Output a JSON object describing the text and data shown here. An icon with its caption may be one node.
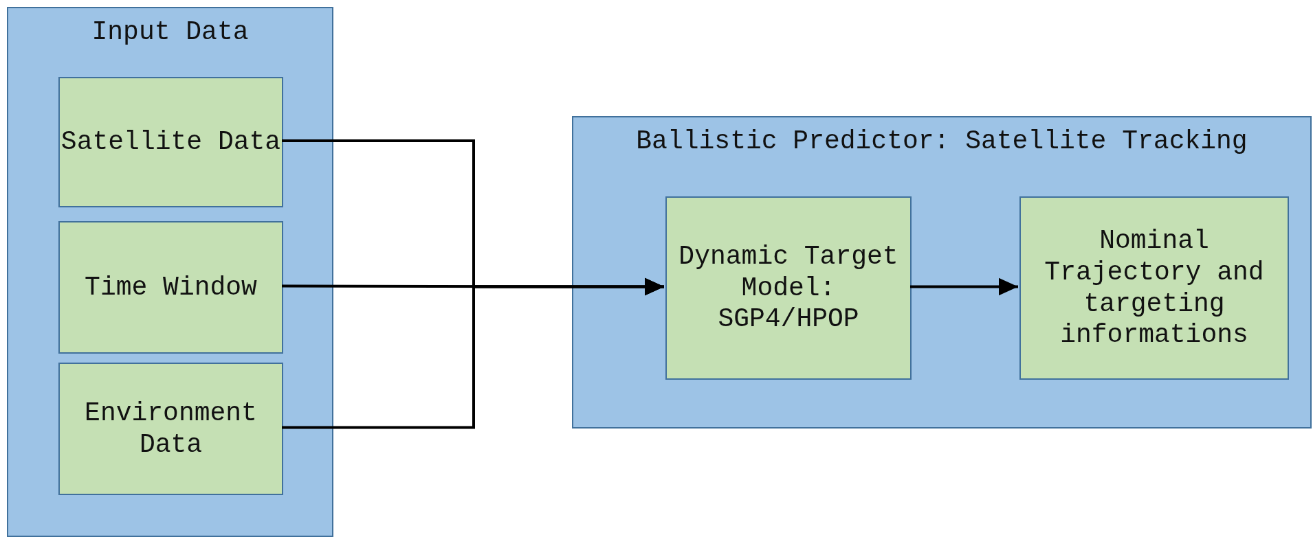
{
  "diagram": {
    "nodes": [
      {
        "text": [
          "Input Data"
        ]
      },
      {
        "text": [
          "Satellite Data"
        ],
        "in": 0
      },
      {
        "text": [
          "Time Window"
        ],
        "in": 0
      },
      {
        "text": [
          "Environment Data"
        ],
        "in": 0
      },
      {
        "text": [
          "Ballistic Predictor: Satellite Tracking"
        ]
      },
      {
        "text": [
          "Dynamic Target Model: SGP4/HPOP"
        ],
        "in": 4
      },
      {
        "text": [
          "Nominal Trajectory and targeting informations"
        ],
        "in": 4
      }
    ],
    "edges": [
      {
        "from": 1,
        "to": 5,
        "arrow": "to"
      },
      {
        "from": 2,
        "to": 5,
        "arrow": "to"
      },
      {
        "from": 3,
        "to": 5,
        "arrow": "to"
      },
      {
        "from": 5,
        "to": 6,
        "arrow": "to"
      }
    ]
  }
}
